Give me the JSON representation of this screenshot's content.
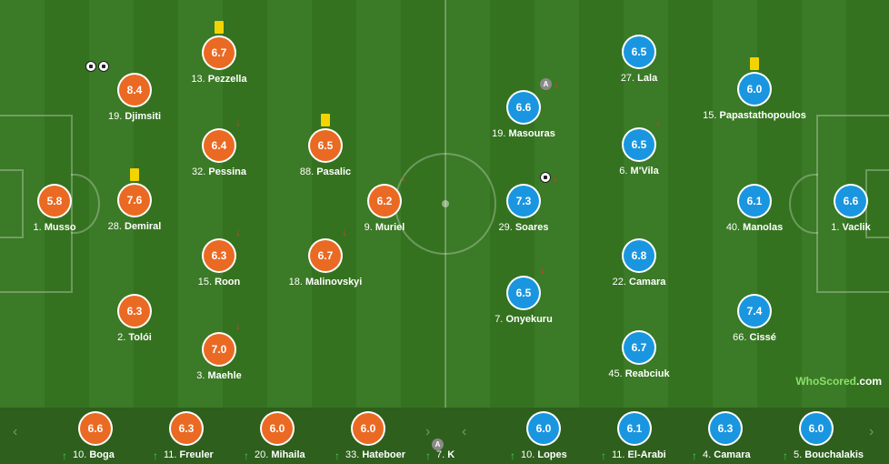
{
  "branding": {
    "logo_text": "WhoScored",
    "logo_suffix": ".com"
  },
  "home": {
    "color": "#ea6a23",
    "players": [
      {
        "rating": "5.8",
        "number": "1.",
        "name": "Musso",
        "events": []
      },
      {
        "rating": "8.4",
        "number": "19.",
        "name": "Djimsiti",
        "events": [
          "goal",
          "goal"
        ]
      },
      {
        "rating": "7.6",
        "number": "28.",
        "name": "Demiral",
        "events": [
          "yellow"
        ]
      },
      {
        "rating": "6.3",
        "number": "2.",
        "name": "Tolói",
        "events": []
      },
      {
        "rating": "6.7",
        "number": "13.",
        "name": "Pezzella",
        "events": [
          "yellow"
        ]
      },
      {
        "rating": "6.4",
        "number": "32.",
        "name": "Pessina",
        "events": [
          "subout"
        ]
      },
      {
        "rating": "6.3",
        "number": "15.",
        "name": "Roon",
        "events": [
          "subout"
        ]
      },
      {
        "rating": "7.0",
        "number": "3.",
        "name": "Maehle",
        "events": [
          "subout"
        ]
      },
      {
        "rating": "6.5",
        "number": "88.",
        "name": "Pasalic",
        "events": [
          "yellow"
        ]
      },
      {
        "rating": "6.7",
        "number": "18.",
        "name": "Malinovskyi",
        "events": [
          "subout"
        ]
      },
      {
        "rating": "6.2",
        "number": "9.",
        "name": "Muriel",
        "events": [
          "subout"
        ]
      }
    ],
    "bench": [
      {
        "rating": "6.6",
        "number": "10.",
        "name": "Boga"
      },
      {
        "rating": "6.3",
        "number": "11.",
        "name": "Freuler"
      },
      {
        "rating": "6.0",
        "number": "20.",
        "name": "Mihaila"
      },
      {
        "rating": "6.0",
        "number": "33.",
        "name": "Hateboer"
      },
      {
        "rating": "",
        "number": "7.",
        "name": "K"
      }
    ]
  },
  "away": {
    "color": "#1a96e0",
    "players": [
      {
        "rating": "6.6",
        "number": "1.",
        "name": "Vaclik",
        "events": []
      },
      {
        "rating": "6.0",
        "number": "15.",
        "name": "Papastathopoulos",
        "events": [
          "yellow"
        ]
      },
      {
        "rating": "6.1",
        "number": "40.",
        "name": "Manolas",
        "events": []
      },
      {
        "rating": "7.4",
        "number": "66.",
        "name": "Cissé",
        "events": []
      },
      {
        "rating": "6.5",
        "number": "27.",
        "name": "Lala",
        "events": []
      },
      {
        "rating": "6.5",
        "number": "6.",
        "name": "M'Vila",
        "events": [
          "subout"
        ]
      },
      {
        "rating": "6.8",
        "number": "22.",
        "name": "Camara",
        "events": []
      },
      {
        "rating": "6.7",
        "number": "45.",
        "name": "Reabciuk",
        "events": []
      },
      {
        "rating": "6.6",
        "number": "19.",
        "name": "Masouras",
        "events": [
          "captain",
          "subout"
        ]
      },
      {
        "rating": "7.3",
        "number": "29.",
        "name": "Soares",
        "events": [
          "goal",
          "subout"
        ]
      },
      {
        "rating": "6.5",
        "number": "7.",
        "name": "Onyekuru",
        "events": [
          "subout"
        ]
      }
    ],
    "bench": [
      {
        "rating": "6.0",
        "number": "10.",
        "name": "Lopes"
      },
      {
        "rating": "6.1",
        "number": "11.",
        "name": "El-Arabi"
      },
      {
        "rating": "6.3",
        "number": "4.",
        "name": "Camara"
      },
      {
        "rating": "6.0",
        "number": "5.",
        "name": "Bouchalakis"
      }
    ]
  },
  "nav": {
    "prev_label": "‹",
    "next_label": "›",
    "captain_label": "A"
  }
}
